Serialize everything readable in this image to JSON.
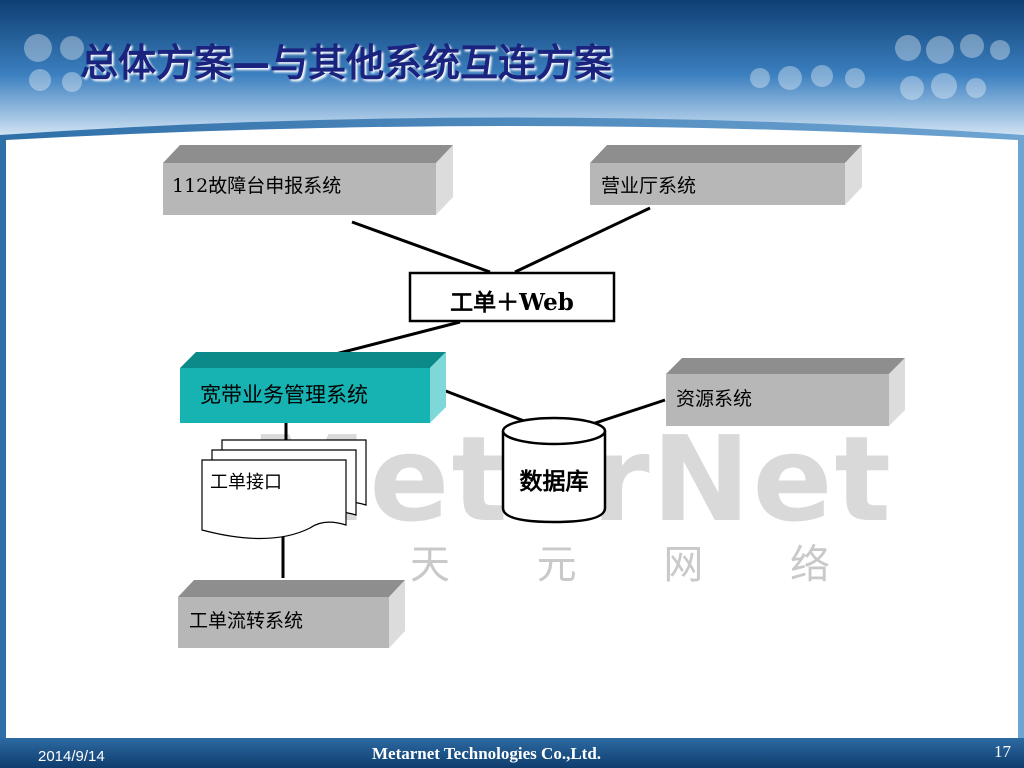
{
  "slide": {
    "title": "总体方案—与其他系统互连方案",
    "page_number": "17",
    "date": "2014/9/14",
    "company": "Metarnet Technologies Co.,Ltd."
  },
  "watermark": {
    "brand": "MetarNet",
    "chinese": [
      "天",
      "元",
      "网",
      "络"
    ]
  },
  "nodes": {
    "fault_report": "112故障台申报系统",
    "business_hall": "营业厅系统",
    "workorder_web": "工单＋Web",
    "broadband_mgmt": "宽带业务管理系统",
    "resource_system": "资源系统",
    "workorder_interface": "工单接口",
    "database": "数据库",
    "workorder_flow": "工单流转系统"
  },
  "colors": {
    "header_blue": "#1a4e86",
    "title_blue": "#1a237e",
    "box_gray": "#b7b7b7",
    "box_side_gray": "#dcdcdc",
    "box_top_gray": "#8e8e8e",
    "teal": "#17b3b3",
    "teal_side": "#7fd8d8",
    "teal_top": "#0c8a8a"
  }
}
